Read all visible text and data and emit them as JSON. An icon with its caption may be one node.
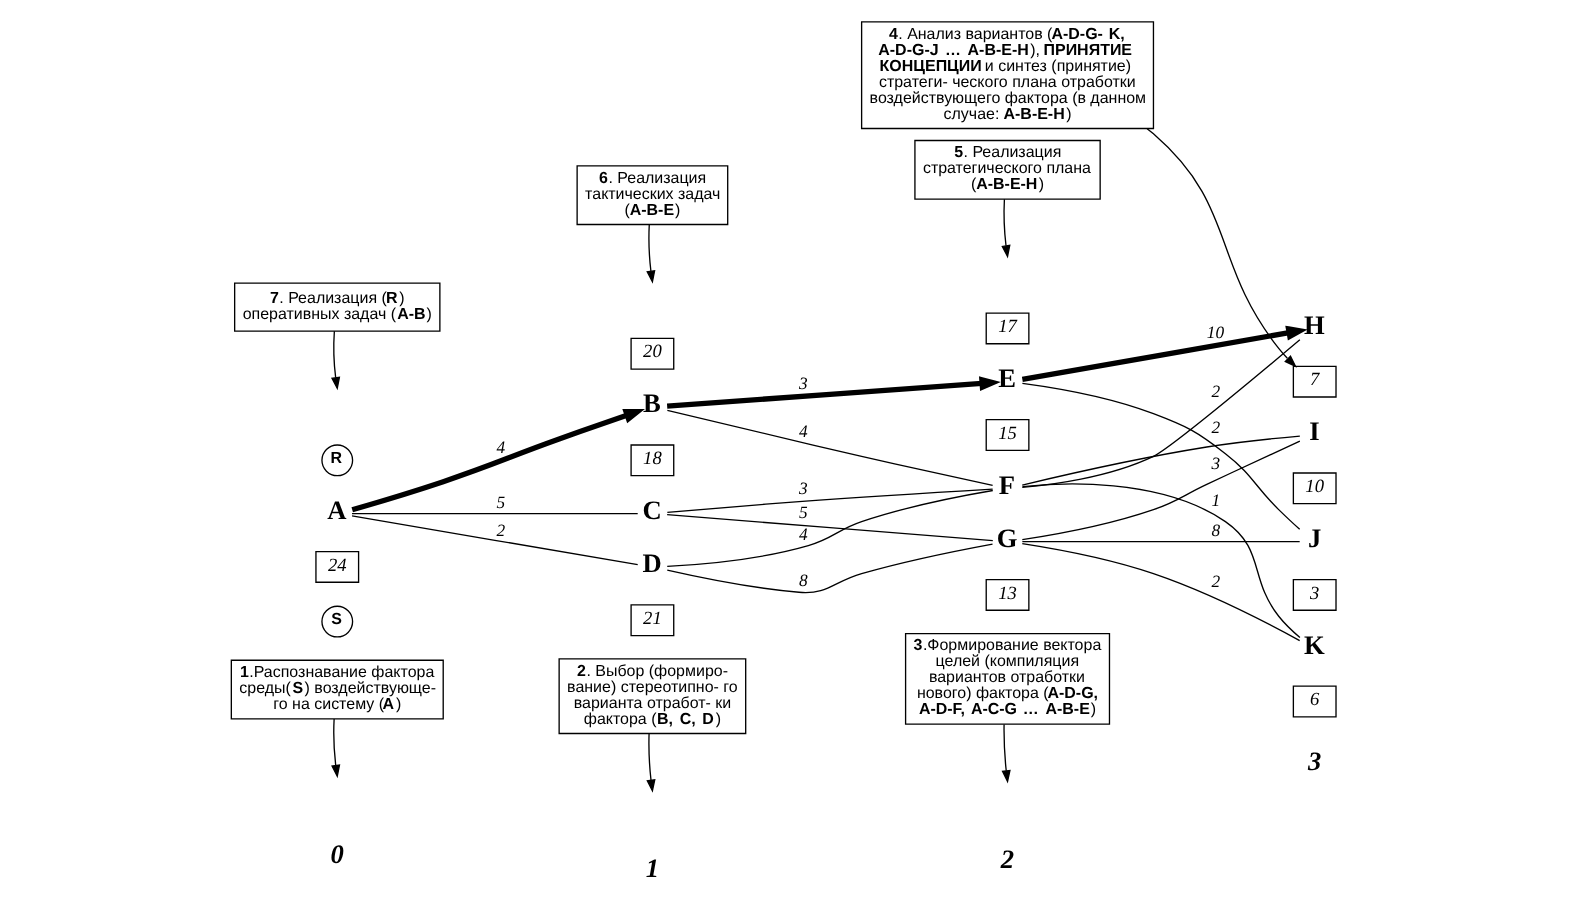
{
  "diagram": {
    "nodes": [
      {
        "text": [
          "**7**. Реализация (**R**) оперативных задач (**A-B**)"
        ]
      },
      {
        "text": [
          "**6**. Реализация тактических задач (**A-B-E**)"
        ]
      },
      {
        "text": [
          "**5**. Реализация стратегического плана (**A-B-E-H**)"
        ]
      },
      {
        "text": [
          "H"
        ]
      },
      {
        "text": [
          "7"
        ]
      },
      {
        "text": [
          "B"
        ]
      },
      {
        "text": [
          "20"
        ]
      },
      {
        "text": [
          "E"
        ]
      },
      {
        "text": [
          "17"
        ]
      },
      {
        "text": [
          "**4**. Анализ вариантов (**A-D-G- K, A-D-G-J … A-B-E-H**), **ПРИНЯТИЕ КОНЦЕПЦИИ** и синтез (принятие) стратеги- ческого плана отработки воздействующего фактора (в данном случае: **A-B-E-H**)"
        ]
      },
      {
        "text": [
          "I"
        ]
      },
      {
        "text": [
          "10"
        ]
      },
      {
        "text": [
          "R"
        ]
      },
      {
        "text": [
          "A"
        ]
      },
      {
        "text": [
          "24"
        ]
      },
      {
        "text": [
          "S"
        ]
      },
      {
        "text": [
          "18"
        ]
      },
      {
        "text": [
          "C"
        ]
      },
      {
        "text": [
          "15"
        ]
      },
      {
        "text": [
          "F"
        ]
      },
      {
        "text": [
          "D"
        ]
      },
      {
        "text": [
          "J"
        ]
      },
      {
        "text": [
          "3"
        ]
      },
      {
        "text": [
          "G"
        ]
      },
      {
        "text": [
          "21"
        ]
      },
      {
        "text": [
          "13"
        ]
      },
      {
        "text": [
          "K"
        ]
      },
      {
        "text": [
          "6"
        ]
      },
      {
        "text": [
          "**1**.Распознавание фактора среды(**S**) воздействующе- го на систему (**A**)"
        ]
      },
      {
        "text": [
          "**2**. Выбор (формиро- вание) стереотипно- го варианта отработ- ки фактора (**B, C, D**)"
        ]
      },
      {
        "text": [
          "**3**.Формирование вектора целей (компиляция вариантов отработки нового) фактора (**A-D-G, A-D-F, A-C-G … A-B-E**)"
        ]
      }
    ],
    "edges": [
      {
        "from": 13,
        "to": 5,
        "arrow": "to",
        "label": "4",
        "style": "thick"
      },
      {
        "from": 13,
        "to": 17,
        "arrow": "none",
        "label": "5"
      },
      {
        "from": 13,
        "to": 20,
        "arrow": "none",
        "label": "2"
      },
      {
        "from": 5,
        "to": 7,
        "arrow": "to",
        "label": "3",
        "style": "thick"
      },
      {
        "from": 5,
        "to": 19,
        "arrow": "none",
        "label": "4"
      },
      {
        "from": 17,
        "to": 19,
        "arrow": "none",
        "label": "3"
      },
      {
        "from": 17,
        "to": 23,
        "arrow": "none",
        "label": "5"
      },
      {
        "from": 20,
        "to": 19,
        "arrow": "none",
        "label": "4"
      },
      {
        "from": 20,
        "to": 23,
        "arrow": "none",
        "label": "8"
      },
      {
        "from": 7,
        "to": 3,
        "arrow": "to",
        "label": "10",
        "style": "thick"
      },
      {
        "from": 7,
        "to": 21,
        "arrow": "none",
        "label": "2"
      },
      {
        "from": 19,
        "to": 3,
        "arrow": "none",
        "label": "2"
      },
      {
        "from": 19,
        "to": 10,
        "arrow": "none"
      },
      {
        "from": 19,
        "to": 26,
        "arrow": "none",
        "label": "1"
      },
      {
        "from": 23,
        "to": 10,
        "arrow": "none",
        "label": "3"
      },
      {
        "from": 23,
        "to": 21,
        "arrow": "none",
        "label": "8"
      },
      {
        "from": 23,
        "to": 26,
        "arrow": "none",
        "label": "2"
      },
      {
        "from": 9,
        "to": 4,
        "arrow": "to"
      },
      {
        "from": 0,
        "to": null,
        "arrow": "to"
      },
      {
        "from": 1,
        "to": null,
        "arrow": "to"
      },
      {
        "from": 2,
        "to": null,
        "arrow": "to"
      },
      {
        "from": 28,
        "to": null,
        "arrow": "to"
      },
      {
        "from": 29,
        "to": null,
        "arrow": "to"
      },
      {
        "from": 30,
        "to": null,
        "arrow": "to"
      }
    ],
    "labels": [
      "0",
      "1",
      "2",
      "3"
    ]
  }
}
